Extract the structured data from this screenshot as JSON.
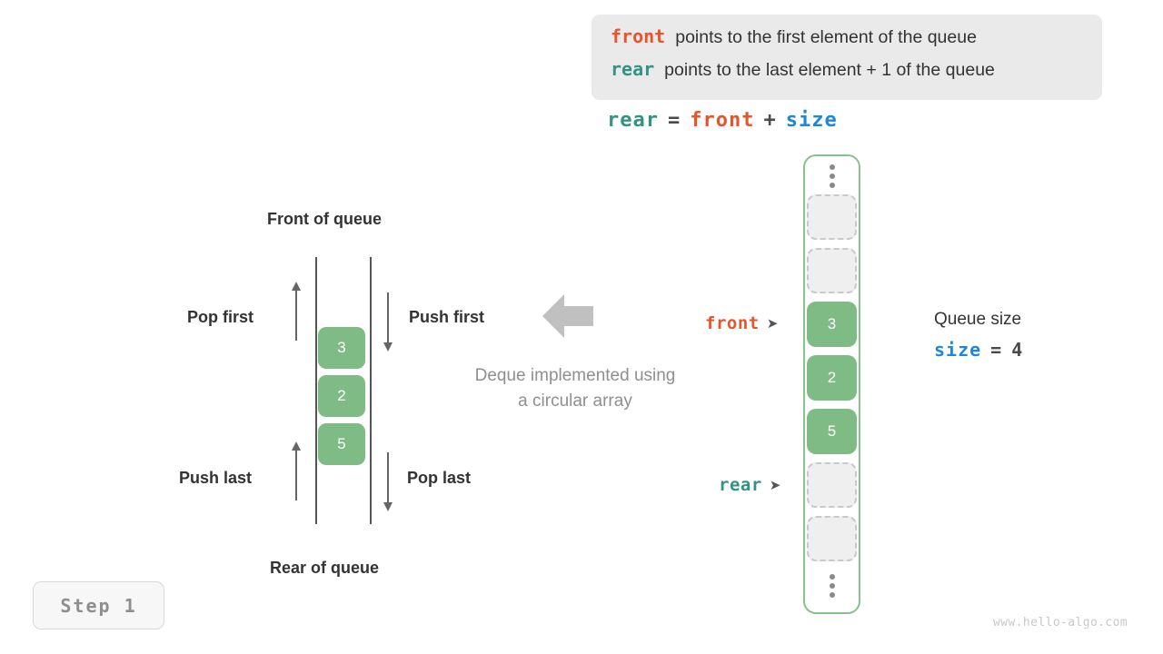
{
  "info_box": {
    "lines": [
      {
        "keyword": "front",
        "keyword_color": "#e8552a",
        "text": "points to the first element of the queue"
      },
      {
        "keyword": "rear",
        "keyword_color": "#309384",
        "text": "points to the last element + 1 of the queue"
      }
    ]
  },
  "formula": {
    "lhs": "rear",
    "equals": "=",
    "rhs1": "front",
    "plus": "+",
    "rhs2": "size"
  },
  "deque_diagram": {
    "top_label": "Front of queue",
    "bottom_label": "Rear of queue",
    "operations": {
      "pop_first": "Pop first",
      "push_first": "Push first",
      "push_last": "Push last",
      "pop_last": "Pop last"
    },
    "cells": [
      "3",
      "2",
      "5"
    ],
    "caption": "Deque implemented using a circular array",
    "caption_line1": "Deque implemented using",
    "caption_line2": "a circular array"
  },
  "circular_array": {
    "slots": [
      {
        "value": "",
        "state": "empty"
      },
      {
        "value": "",
        "state": "empty"
      },
      {
        "value": "3",
        "state": "filled"
      },
      {
        "value": "2",
        "state": "filled"
      },
      {
        "value": "5",
        "state": "filled"
      },
      {
        "value": "",
        "state": "empty"
      },
      {
        "value": "",
        "state": "empty"
      }
    ],
    "pointers": {
      "front": {
        "label": "front",
        "color": "#e8552a",
        "tip": "➤",
        "slot_index": 2
      },
      "rear": {
        "label": "rear",
        "color": "#309384",
        "tip": "➤",
        "slot_index": 5
      }
    },
    "ellipsis_top": "⋮",
    "ellipsis_bottom": "⋮"
  },
  "queue_size": {
    "title": "Queue size",
    "var": "size",
    "equals": "=",
    "value": "4"
  },
  "step_badge": {
    "label": "Step 1"
  },
  "watermark": {
    "text": "www.hello-algo.com"
  },
  "colors": {
    "accent_front": "#e8552a",
    "accent_rear": "#309384",
    "accent_size": "#1f86d8",
    "cell_green": "#7fbc85",
    "container_border": "#86c28b",
    "empty_fill": "#efefef",
    "empty_border": "#c9c9c9",
    "info_bg": "#eaeaea",
    "caption_gray": "#8f8f8f",
    "arrow_gray": "#c0c0c0"
  }
}
